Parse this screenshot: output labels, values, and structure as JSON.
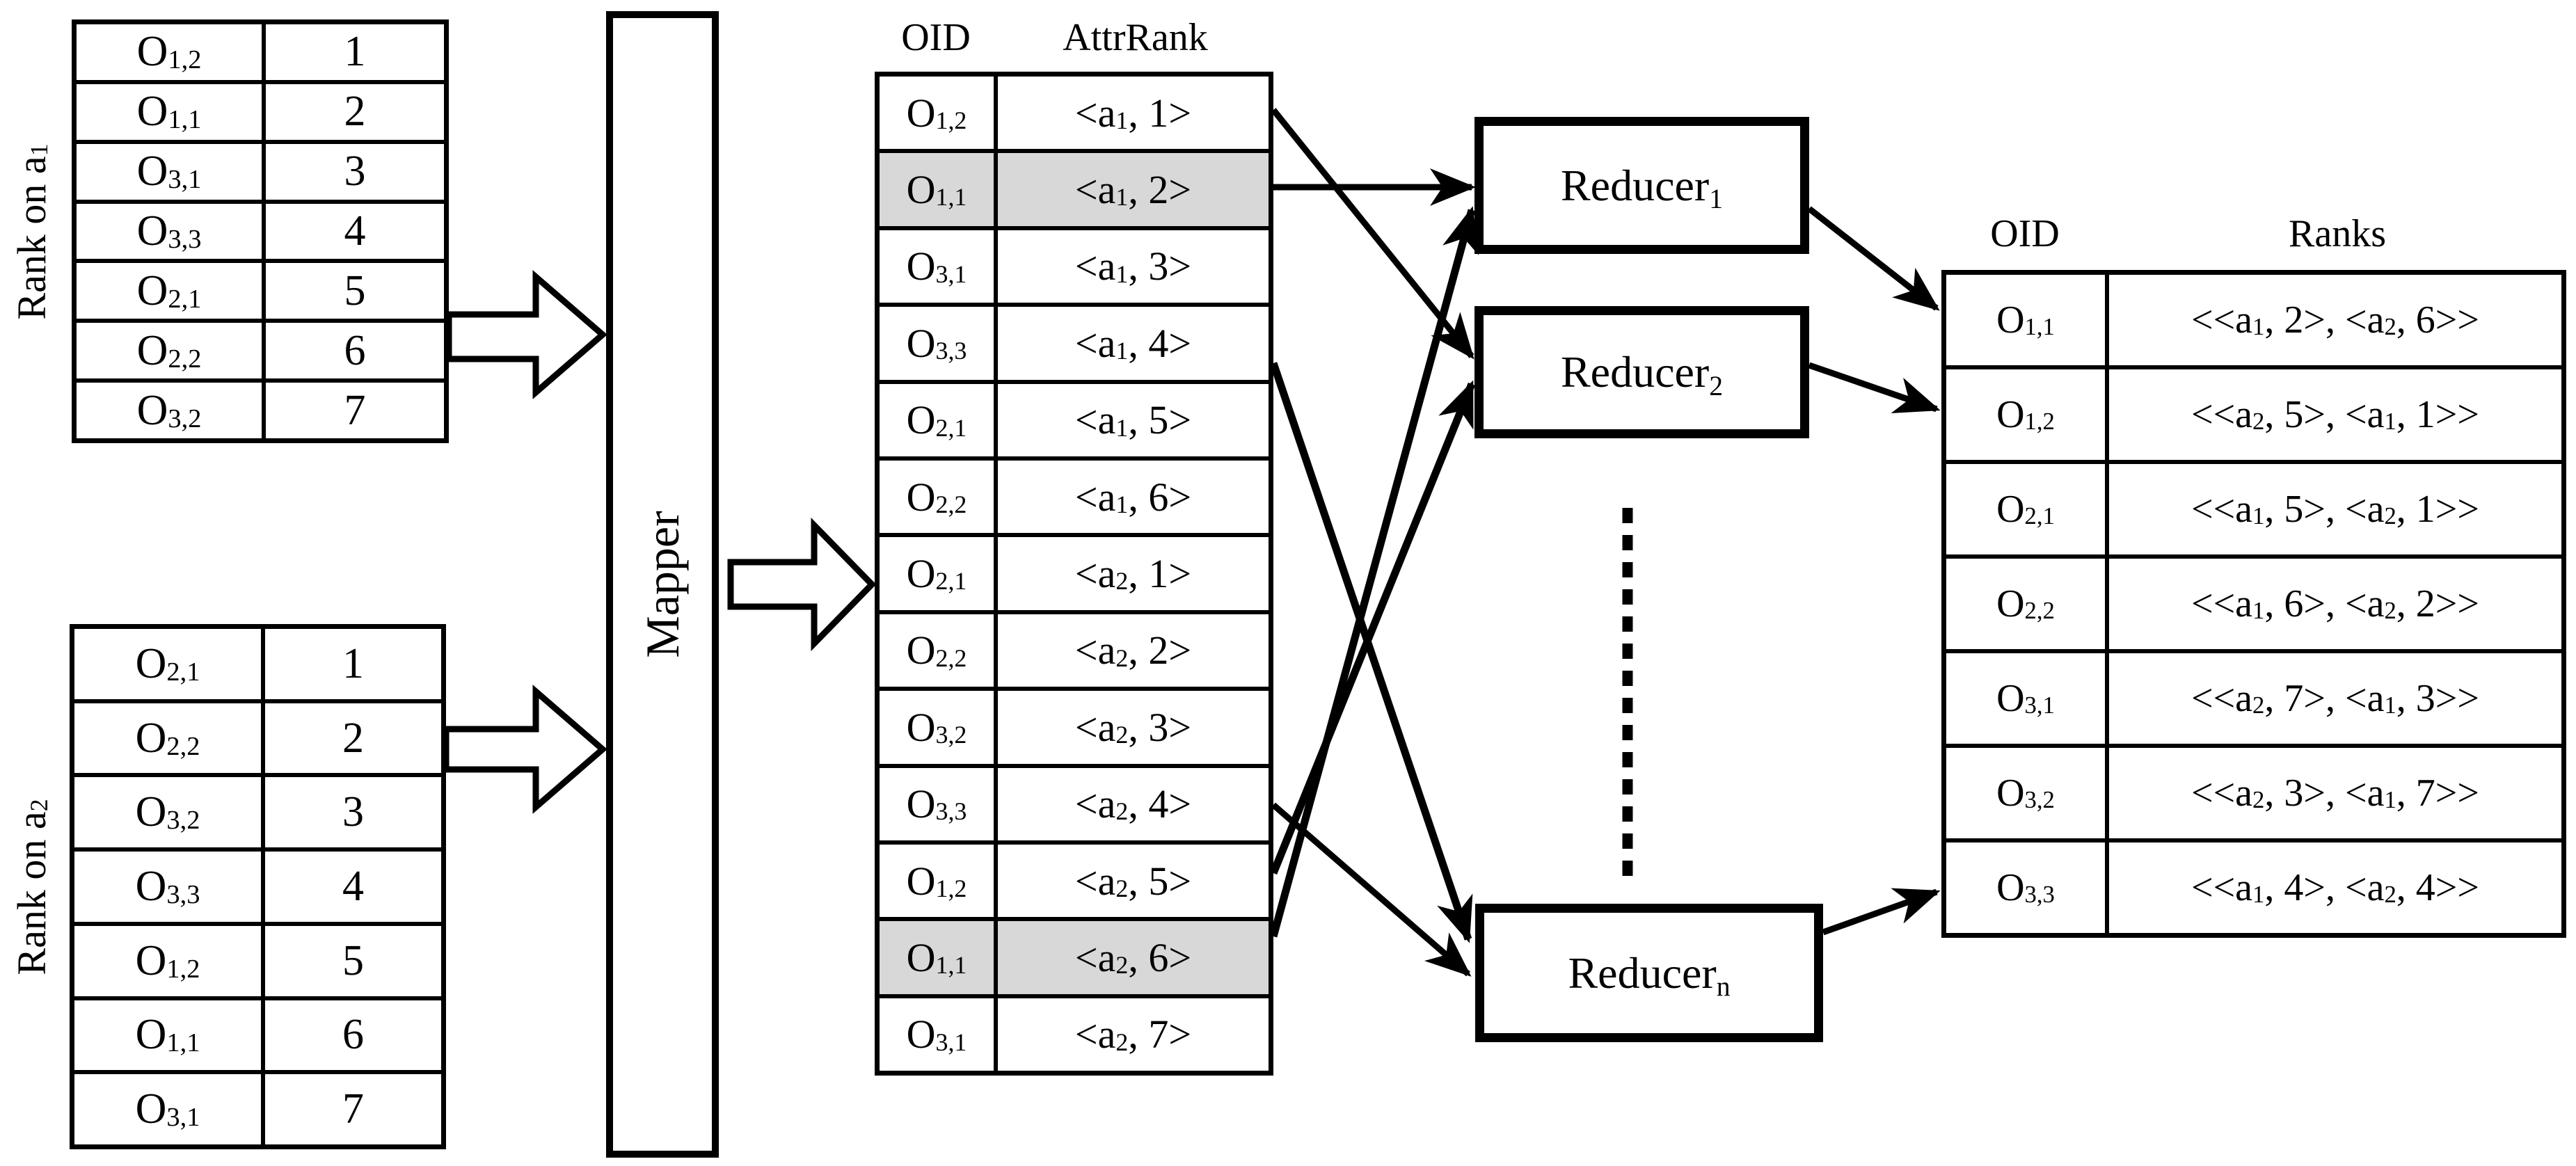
{
  "colors": {
    "line": "#000000",
    "shaded_row": "#d8d8d8",
    "background": "#ffffff"
  },
  "left_tables": {
    "rank_a1": {
      "label": [
        {
          "t": "Rank on a"
        },
        {
          "s": "1"
        }
      ],
      "rows": [
        {
          "oid": [
            {
              "t": "O"
            },
            {
              "s": "1,2"
            }
          ],
          "rank": "1"
        },
        {
          "oid": [
            {
              "t": "O"
            },
            {
              "s": "1,1"
            }
          ],
          "rank": "2"
        },
        {
          "oid": [
            {
              "t": "O"
            },
            {
              "s": "3,1"
            }
          ],
          "rank": "3"
        },
        {
          "oid": [
            {
              "t": "O"
            },
            {
              "s": "3,3"
            }
          ],
          "rank": "4"
        },
        {
          "oid": [
            {
              "t": "O"
            },
            {
              "s": "2,1"
            }
          ],
          "rank": "5"
        },
        {
          "oid": [
            {
              "t": "O"
            },
            {
              "s": "2,2"
            }
          ],
          "rank": "6"
        },
        {
          "oid": [
            {
              "t": "O"
            },
            {
              "s": "3,2"
            }
          ],
          "rank": "7"
        }
      ]
    },
    "rank_a2": {
      "label": [
        {
          "t": "Rank on a"
        },
        {
          "s": "2"
        }
      ],
      "rows": [
        {
          "oid": [
            {
              "t": "O"
            },
            {
              "s": "2,1"
            }
          ],
          "rank": "1"
        },
        {
          "oid": [
            {
              "t": "O"
            },
            {
              "s": "2,2"
            }
          ],
          "rank": "2"
        },
        {
          "oid": [
            {
              "t": "O"
            },
            {
              "s": "3,2"
            }
          ],
          "rank": "3"
        },
        {
          "oid": [
            {
              "t": "O"
            },
            {
              "s": "3,3"
            }
          ],
          "rank": "4"
        },
        {
          "oid": [
            {
              "t": "O"
            },
            {
              "s": "1,2"
            }
          ],
          "rank": "5"
        },
        {
          "oid": [
            {
              "t": "O"
            },
            {
              "s": "1,1"
            }
          ],
          "rank": "6"
        },
        {
          "oid": [
            {
              "t": "O"
            },
            {
              "s": "3,1"
            }
          ],
          "rank": "7"
        }
      ]
    }
  },
  "mapper": {
    "label": "Mapper"
  },
  "middle_table": {
    "headers": {
      "oid": "OID",
      "attr": "AttrRank"
    },
    "rows": [
      {
        "shaded": false,
        "oid": [
          {
            "t": "O"
          },
          {
            "s": "1,2"
          }
        ],
        "attr": [
          {
            "t": "<a"
          },
          {
            "s": "1"
          },
          {
            "t": ", 1>"
          }
        ]
      },
      {
        "shaded": true,
        "oid": [
          {
            "t": "O"
          },
          {
            "s": "1,1"
          }
        ],
        "attr": [
          {
            "t": "<a"
          },
          {
            "s": "1"
          },
          {
            "t": ", 2>"
          }
        ]
      },
      {
        "shaded": false,
        "oid": [
          {
            "t": "O"
          },
          {
            "s": "3,1"
          }
        ],
        "attr": [
          {
            "t": "<a"
          },
          {
            "s": "1"
          },
          {
            "t": ", 3>"
          }
        ]
      },
      {
        "shaded": false,
        "oid": [
          {
            "t": "O"
          },
          {
            "s": "3,3"
          }
        ],
        "attr": [
          {
            "t": "<a"
          },
          {
            "s": "1"
          },
          {
            "t": ", 4>"
          }
        ]
      },
      {
        "shaded": false,
        "oid": [
          {
            "t": "O"
          },
          {
            "s": "2,1"
          }
        ],
        "attr": [
          {
            "t": "<a"
          },
          {
            "s": "1"
          },
          {
            "t": ", 5>"
          }
        ]
      },
      {
        "shaded": false,
        "oid": [
          {
            "t": "O"
          },
          {
            "s": "2,2"
          }
        ],
        "attr": [
          {
            "t": "<a"
          },
          {
            "s": "1"
          },
          {
            "t": ", 6>"
          }
        ]
      },
      {
        "shaded": false,
        "oid": [
          {
            "t": "O"
          },
          {
            "s": "2,1"
          }
        ],
        "attr": [
          {
            "t": "<a"
          },
          {
            "s": "2"
          },
          {
            "t": ", 1>"
          }
        ]
      },
      {
        "shaded": false,
        "oid": [
          {
            "t": "O"
          },
          {
            "s": "2,2"
          }
        ],
        "attr": [
          {
            "t": "<a"
          },
          {
            "s": "2"
          },
          {
            "t": ", 2>"
          }
        ]
      },
      {
        "shaded": false,
        "oid": [
          {
            "t": "O"
          },
          {
            "s": "3,2"
          }
        ],
        "attr": [
          {
            "t": "<a"
          },
          {
            "s": "2"
          },
          {
            "t": ", 3>"
          }
        ]
      },
      {
        "shaded": false,
        "oid": [
          {
            "t": "O"
          },
          {
            "s": "3,3"
          }
        ],
        "attr": [
          {
            "t": "<a"
          },
          {
            "s": "2"
          },
          {
            "t": ", 4>"
          }
        ]
      },
      {
        "shaded": false,
        "oid": [
          {
            "t": "O"
          },
          {
            "s": "1,2"
          }
        ],
        "attr": [
          {
            "t": "<a"
          },
          {
            "s": "2"
          },
          {
            "t": ", 5>"
          }
        ]
      },
      {
        "shaded": true,
        "oid": [
          {
            "t": "O"
          },
          {
            "s": "1,1"
          }
        ],
        "attr": [
          {
            "t": "<a"
          },
          {
            "s": "2"
          },
          {
            "t": ", 6>"
          }
        ]
      },
      {
        "shaded": false,
        "oid": [
          {
            "t": "O"
          },
          {
            "s": "3,1"
          }
        ],
        "attr": [
          {
            "t": "<a"
          },
          {
            "s": "2"
          },
          {
            "t": ", 7>"
          }
        ]
      }
    ]
  },
  "reducers": [
    {
      "label": [
        {
          "t": "Reducer"
        },
        {
          "s": "1"
        }
      ]
    },
    {
      "label": [
        {
          "t": "Reducer"
        },
        {
          "s": "2"
        }
      ]
    },
    {
      "label": [
        {
          "t": "Reducer"
        },
        {
          "s": "n"
        }
      ]
    }
  ],
  "output_table": {
    "headers": {
      "oid": "OID",
      "ranks": "Ranks"
    },
    "rows": [
      {
        "oid": [
          {
            "t": "O"
          },
          {
            "s": "1,1"
          }
        ],
        "ranks": [
          {
            "t": "<<a"
          },
          {
            "s": "1"
          },
          {
            "t": ", 2>, <a"
          },
          {
            "s": "2"
          },
          {
            "t": ", 6>>"
          }
        ]
      },
      {
        "oid": [
          {
            "t": "O"
          },
          {
            "s": "1,2"
          }
        ],
        "ranks": [
          {
            "t": "<<a"
          },
          {
            "s": "2"
          },
          {
            "t": ", 5>, <a"
          },
          {
            "s": "1"
          },
          {
            "t": ", 1>>"
          }
        ]
      },
      {
        "oid": [
          {
            "t": "O"
          },
          {
            "s": "2,1"
          }
        ],
        "ranks": [
          {
            "t": "<<a"
          },
          {
            "s": "1"
          },
          {
            "t": ", 5>, <a"
          },
          {
            "s": "2"
          },
          {
            "t": ", 1>>"
          }
        ]
      },
      {
        "oid": [
          {
            "t": "O"
          },
          {
            "s": "2,2"
          }
        ],
        "ranks": [
          {
            "t": "<<a"
          },
          {
            "s": "1"
          },
          {
            "t": ", 6>, <a"
          },
          {
            "s": "2"
          },
          {
            "t": ", 2>>"
          }
        ]
      },
      {
        "oid": [
          {
            "t": "O"
          },
          {
            "s": "3,1"
          }
        ],
        "ranks": [
          {
            "t": "<<a"
          },
          {
            "s": "2"
          },
          {
            "t": ", 7>, <a"
          },
          {
            "s": "1"
          },
          {
            "t": ", 3>>"
          }
        ]
      },
      {
        "oid": [
          {
            "t": "O"
          },
          {
            "s": "3,2"
          }
        ],
        "ranks": [
          {
            "t": "<<a"
          },
          {
            "s": "2"
          },
          {
            "t": ", 3>, <a"
          },
          {
            "s": "1"
          },
          {
            "t": ", 7>>"
          }
        ]
      },
      {
        "oid": [
          {
            "t": "O"
          },
          {
            "s": "3,3"
          }
        ],
        "ranks": [
          {
            "t": "<<a"
          },
          {
            "s": "1"
          },
          {
            "t": ", 4>, <a"
          },
          {
            "s": "2"
          },
          {
            "t": ", 4>>"
          }
        ]
      }
    ]
  }
}
